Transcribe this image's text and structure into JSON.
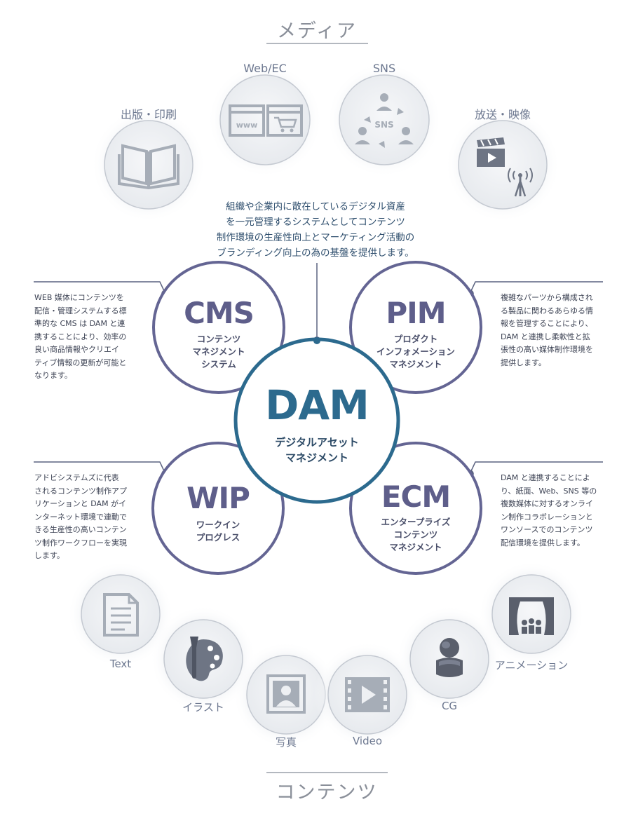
{
  "media": {
    "title": "メディア",
    "items": [
      {
        "label": "出版・印刷",
        "icon": "book-icon"
      },
      {
        "label": "Web/EC",
        "icon": "browser-cart-icon"
      },
      {
        "label": "SNS",
        "icon": "sns-network-icon",
        "badge": "SNS"
      },
      {
        "label": "放送・映像",
        "icon": "broadcast-icon"
      }
    ],
    "www_text": "www"
  },
  "center_text": [
    "組織や企業内に散在しているデジタル資産",
    "を一元管理するシステムとしてコンテンツ",
    "制作環境の生産性向上とマーケティング活動の",
    "ブランディング向上の為の基盤を提供します。"
  ],
  "dam": {
    "title": "DAM",
    "subtitle": [
      "デジタルアセット",
      "マネジメント"
    ]
  },
  "cms": {
    "title": "CMS",
    "subtitle": [
      "コンテンツ",
      "マネジメント",
      "システム"
    ],
    "description": [
      "WEB 媒体にコンテンツを",
      "配信・管理システムする標",
      "準的な CMS は DAM と連",
      "携することにより、効率の",
      "良い商品情報やクリエイ",
      "ティブ情報の更新が可能と",
      "なります。"
    ]
  },
  "pim": {
    "title": "PIM",
    "subtitle": [
      "プロダクト",
      "インフォメーション",
      "マネジメント"
    ],
    "description": [
      "複雑なパーツから構成され",
      "る製品に関わるあらゆる情",
      "報を管理することにより、",
      "DAM と連携し柔軟性と拡",
      "張性の高い媒体制作環境を",
      "提供します。"
    ]
  },
  "wip": {
    "title": "WIP",
    "subtitle": [
      "ワークイン",
      "プログレス"
    ],
    "description": [
      "アドビシステムズに代表",
      "されるコンテンツ制作アプ",
      "リケーションと DAM がイ",
      "ンターネット環境で連動で",
      "きる生産性の高いコンテン",
      "ツ制作ワークフローを実現",
      "します。"
    ]
  },
  "ecm": {
    "title": "ECM",
    "subtitle": [
      "エンタープライズ",
      "コンテンツ",
      "マネジメント"
    ],
    "description": [
      "DAM と連携することによ",
      "り、紙面、Web、SNS 等の",
      "複数媒体に対するオンライ",
      "ン制作コラボレーションと",
      "ワンソースでのコンテンツ",
      "配信環境を提供します。"
    ]
  },
  "contents": {
    "title": "コンテンツ",
    "items": [
      {
        "label": "Text",
        "icon": "document-icon"
      },
      {
        "label": "イラスト",
        "icon": "palette-brush-icon"
      },
      {
        "label": "写真",
        "icon": "portrait-photo-icon"
      },
      {
        "label": "Video",
        "icon": "film-play-icon"
      },
      {
        "label": "CG",
        "icon": "3d-figure-icon"
      },
      {
        "label": "アニメーション",
        "icon": "theater-stage-icon"
      }
    ]
  },
  "colors": {
    "dam_ring": "#2c6a8e",
    "module_ring": "#646593",
    "connector": "#5a6280",
    "icon_gray": "#a9afb8",
    "icon_dark": "#5e6270",
    "label_text": "#6d7890"
  }
}
